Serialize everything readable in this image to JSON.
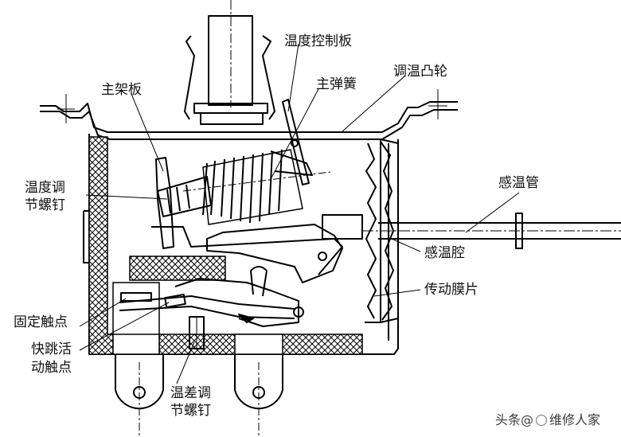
{
  "diagram": {
    "labels": {
      "temp_control_plate": "温度控制板",
      "main_spring": "主弹簧",
      "temp_cam": "调温凸轮",
      "main_frame": "主架板",
      "temp_adjust_screw_line1": "温度调",
      "temp_adjust_screw_line2": "节螺钉",
      "sensing_tube": "感温管",
      "sensing_chamber": "感温腔",
      "transmission_diaphragm": "传动膜片",
      "fixed_contact": "固定触点",
      "snap_contact_line1": "快跳活",
      "snap_contact_line2": "动触点",
      "diff_adjust_screw_line1": "温差调",
      "diff_adjust_screw_line2": "节螺钉"
    }
  },
  "watermark": {
    "prefix": "头条",
    "at": "@",
    "name": "维修人家"
  },
  "colors": {
    "line": "#000000",
    "background": "#ffffff"
  }
}
